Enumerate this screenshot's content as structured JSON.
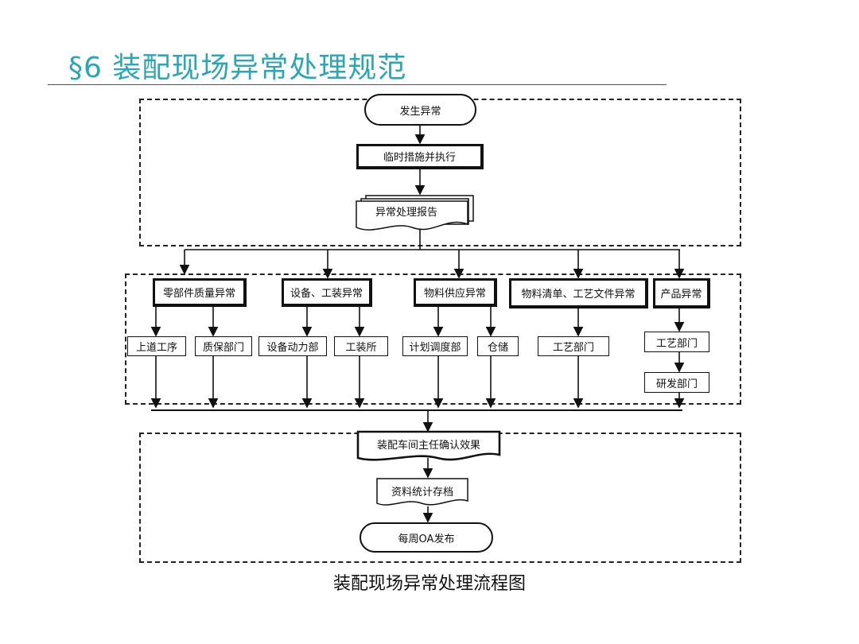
{
  "slide": {
    "title": "§6  装配现场异常处理规范",
    "caption": "装配现场异常处理流程图"
  },
  "flow": {
    "start": "发生异常",
    "temp_measure": "临时措施并执行",
    "report": "异常处理报告",
    "categories": [
      "零部件质量异常",
      "设备、工装异常",
      "物料供应异常",
      "物料清单、工艺文件异常",
      "产品异常"
    ],
    "departments": {
      "prev_process": "上道工序",
      "qa": "质保部门",
      "equipment_power": "设备动力部",
      "tooling": "工装所",
      "planning": "计划调度部",
      "warehouse": "仓储",
      "process_dept_a": "工艺部门",
      "process_dept_b": "工艺部门",
      "rnd": "研发部门"
    },
    "confirm": "装配车间主任确认效果",
    "archive": "资料统计存档",
    "publish": "每周OA发布"
  },
  "colors": {
    "title": "#2aa7b5",
    "line": "#111111"
  }
}
